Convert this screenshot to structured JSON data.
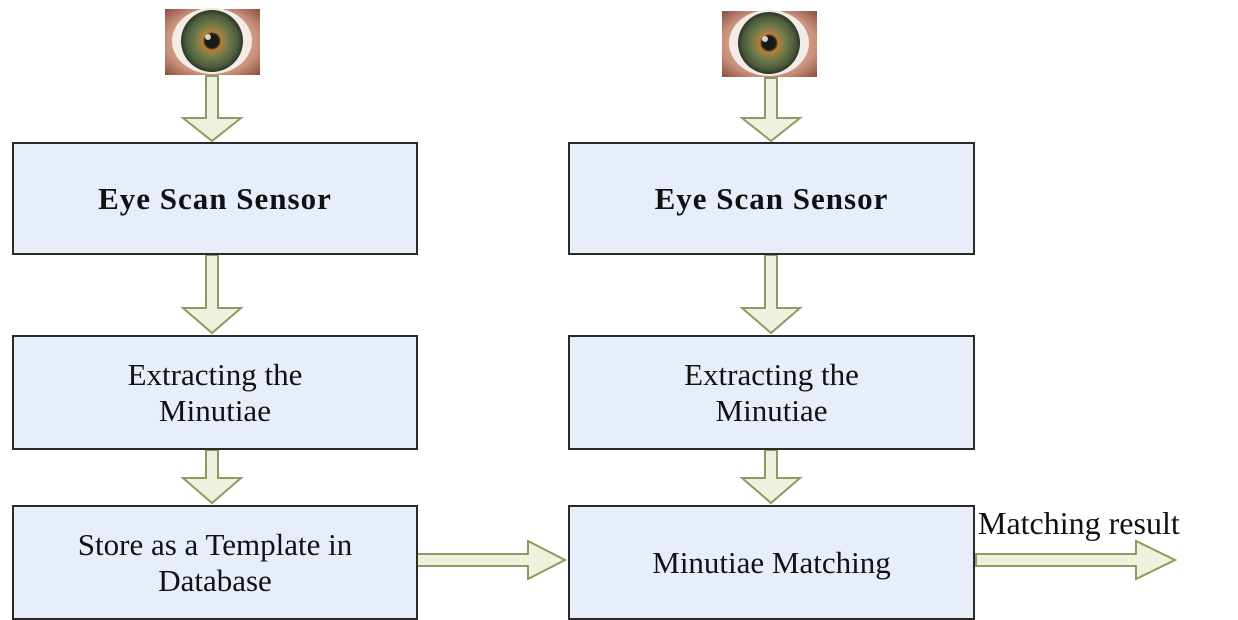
{
  "diagram": {
    "enrollment": {
      "sensor_label": "Eye Scan Sensor",
      "extract_label": "Extracting the\nMinutiae",
      "store_label": "Store as a Template in\nDatabase"
    },
    "verification": {
      "sensor_label": "Eye Scan Sensor",
      "extract_label": "Extracting the\nMinutiae",
      "match_label": "Minutiae Matching"
    },
    "output_label": "Matching result"
  },
  "colors": {
    "box_fill": "#e8eef9",
    "box_border": "#2a2a2a",
    "arrow_fill": "#eef1dd",
    "arrow_stroke": "#8f9a63",
    "iris_outer": "#4a5a3c",
    "iris_inner": "#b5803a",
    "skin": "#c9907a"
  },
  "icons": {
    "left_eye": "eye-iris-icon",
    "right_eye": "eye-iris-icon"
  }
}
